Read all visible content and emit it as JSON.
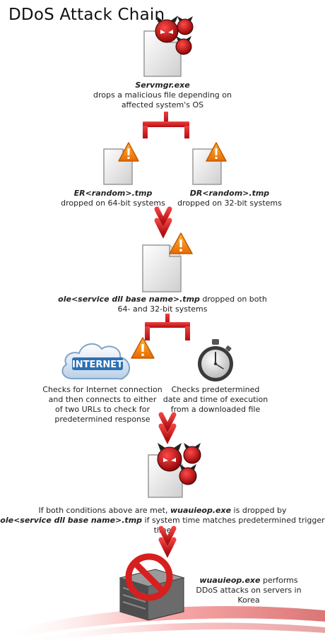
{
  "title": "DDoS Attack Chain",
  "steps": {
    "servmgr": {
      "filename": "Servmgr.exe",
      "line1": "drops a malicious file depending on",
      "line2": "affected system's OS"
    },
    "er": {
      "filename": "ER<random>.tmp",
      "desc": "dropped on 64-bit systems"
    },
    "dr": {
      "filename": "DR<random>.tmp",
      "desc": "dropped on 32-bit systems"
    },
    "ole": {
      "filename": "ole<service dll base name>.tmp",
      "line1_rest": " dropped on both",
      "line2": "64- and 32-bit systems"
    },
    "internet_check": {
      "icon_label": "INTERNET",
      "lines": [
        "Checks for Internet connection",
        "and then connects to either",
        "of two URLs to check for",
        "predetermined response"
      ]
    },
    "time_check": {
      "lines": [
        "Checks predetermined",
        "date and time of execution",
        "from a downloaded file"
      ]
    },
    "wuauieop_drop": {
      "line1_pre": "If both conditions above are met, ",
      "line1_file": "wuauieop.exe",
      "line1_post": " is dropped by",
      "line2_file": "ole<service dll base name>.tmp",
      "line2_post": " if system time matches predetermined trigger time"
    },
    "ddos": {
      "filename": "wuauieop.exe",
      "line1_post": " performs",
      "line2": "DDoS attacks on servers in Korea"
    }
  },
  "colors": {
    "accent_red": "#d42020",
    "warning_orange": "#f28a10",
    "bracket_red": "#c8141a"
  }
}
